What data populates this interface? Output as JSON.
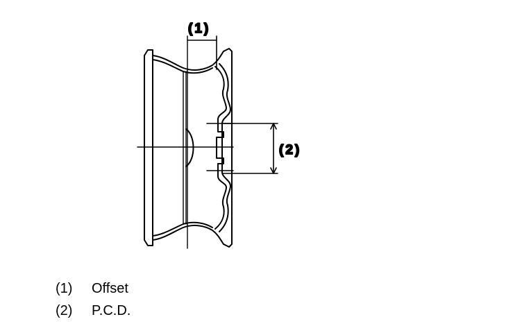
{
  "diagram": {
    "callouts": {
      "offset": "(1)",
      "pcd": "(2)"
    }
  },
  "legend": [
    {
      "num": "(1)",
      "label": "Offset"
    },
    {
      "num": "(2)",
      "label": "P.C.D."
    }
  ],
  "colors": {
    "ink": "#000000",
    "background": "#ffffff"
  }
}
